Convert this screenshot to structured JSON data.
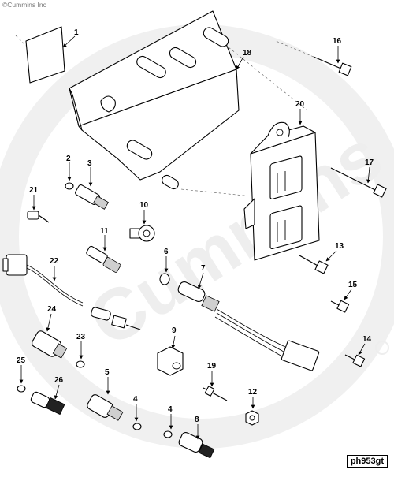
{
  "header": {
    "copyright": "©Cummins Inc"
  },
  "footer": {
    "diagram_id": "ph953gt"
  },
  "watermark": {
    "text": "Cummins"
  },
  "colors": {
    "ink": "#000000",
    "watermark": "#eeeeee",
    "background": "#ffffff"
  },
  "callouts": {
    "c1": "1",
    "c2": "2",
    "c3": "3",
    "c4a": "4",
    "c4b": "4",
    "c5": "5",
    "c6": "6",
    "c7": "7",
    "c8": "8",
    "c9": "9",
    "c10": "10",
    "c11": "11",
    "c12": "12",
    "c13": "13",
    "c14": "14",
    "c15": "15",
    "c16": "16",
    "c17": "17",
    "c18": "18",
    "c19": "19",
    "c20": "20",
    "c21": "21",
    "c22": "22",
    "c23": "23",
    "c24": "24",
    "c25": "25",
    "c26": "26"
  }
}
